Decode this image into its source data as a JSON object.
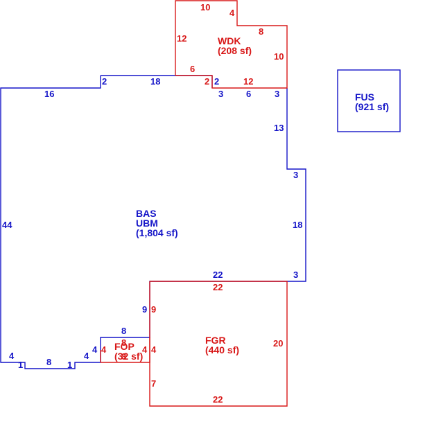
{
  "colors": {
    "blue": "#1515c8",
    "red": "#d81818"
  },
  "areas": {
    "bas": {
      "line1": "BAS",
      "line2": "UBM",
      "line3": "(1,804 sf)"
    },
    "wdk": {
      "line1": "WDK",
      "line2": "(208 sf)"
    },
    "fus": {
      "line1": "FUS",
      "line2": "(921 sf)"
    },
    "fgr": {
      "line1": "FGR",
      "line2": "(440 sf)"
    },
    "fop": {
      "line1": "FOP",
      "line2": "(32 sf)"
    }
  },
  "dims": {
    "wdk_top": "10",
    "wdk_notch": "4",
    "wdk_diag": "8",
    "wdk_left": "12",
    "wdk_right": "10",
    "wdk_bottom_left": "6",
    "wdk_step": "2",
    "wdk_bottom": "12",
    "bas_top_left": "16",
    "bas_step_left": "2",
    "bas_top_mid": "18",
    "bas_step_mid": "2",
    "bas_top_a": "3",
    "bas_top_b": "6",
    "bas_top_c": "3",
    "bas_right_upper": "13",
    "bas_jog_top": "3",
    "bas_right_lower": "18",
    "bas_jog_bottom": "3",
    "bas_bottom": "22",
    "bas_left": "44",
    "bas_inner": "9",
    "bas_bl_4": "4",
    "bas_bl_1a": "1",
    "bas_bl_8": "8",
    "bas_bl_1b": "1",
    "bas_bl_4b": "4",
    "fop_top": "8",
    "fop_left_blue": "4",
    "fop_left_red": "4",
    "fop_right_red": "4",
    "fop_inner": "8",
    "fop_bottom": "8",
    "fgr_top": "22",
    "fgr_left_upper": "9",
    "fgr_right": "20",
    "fgr_left_lower": "7",
    "fgr_bottom": "22"
  }
}
